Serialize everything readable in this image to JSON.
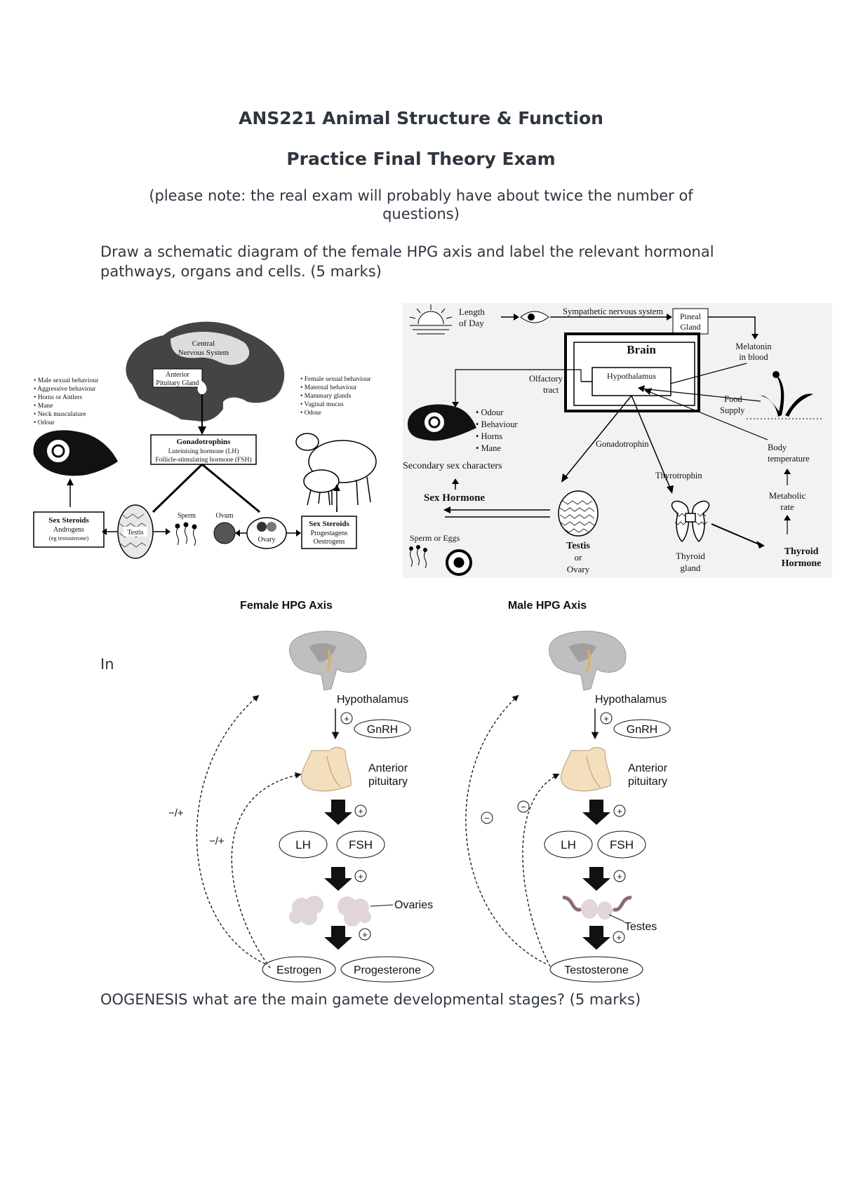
{
  "header": {
    "title": "ANS221 Animal Structure & Function",
    "subtitle": "Practice Final Theory Exam",
    "note": "(please note: the real exam will probably have about twice the number of questions)"
  },
  "question1": "Draw a schematic diagram of the female HPG axis and label the relevant hormonal pathways, organs and cells. (5 marks)",
  "question2": "OOGENESIS what are the main gamete developmental stages? (5 marks)",
  "stray_text": "In",
  "fig_left": {
    "cns": "Central",
    "cns2": "Nervous System",
    "anterior": "Anterior",
    "pituitary": "Pituitary Gland",
    "gonadotrophins": "Gonadotrophins",
    "lh": "Luteinising hormone (LH)",
    "fsh": "Follicle-stimulating hormone (FSH)",
    "male_traits": [
      "• Male sexual behaviour",
      "• Aggressive behaviour",
      "• Horns or Antlers",
      "• Mane",
      "• Neck musculature",
      "• Odour"
    ],
    "female_traits": [
      "• Female sexual behaviour",
      "• Maternal behaviour",
      "• Mammary glands",
      "• Vaginal mucus",
      "• Odour"
    ],
    "sex_steroids_m": "Sex Steroids",
    "androgens": "Androgens",
    "eg_testosterone": "(eg testosterone)",
    "testis": "Testis",
    "sperm": "Sperm",
    "ovum": "Ovum",
    "ovary": "Ovary",
    "sex_steroids_f": "Sex Steroids",
    "progestagens": "Progestagens",
    "oestrogens": "Oestrogens"
  },
  "fig_right": {
    "length": "Length",
    "of_day": "of Day",
    "sns": "Sympathetic nervous system",
    "pineal": "Pineal",
    "gland": "Gland",
    "brain": "Brain",
    "melatonin": "Melatonin",
    "in_blood": "in blood",
    "olfactory": "Olfactory",
    "tract": "tract",
    "hypothalamus": "Hypothalamus",
    "food": "Food",
    "supply": "Supply",
    "traits": [
      "• Odour",
      "• Behaviour",
      "• Horns",
      "• Mane"
    ],
    "secondary": "Secondary sex characters",
    "gonadotrophin": "Gonadotrophin",
    "body": "Body",
    "temperature": "temperature",
    "thyrotrophin": "Thyrotrophin",
    "sex_hormone": "Sex Hormone",
    "metabolic": "Metabolic",
    "rate": "rate",
    "sperm_eggs": "Sperm or Eggs",
    "testis": "Testis",
    "or": "or",
    "ovary": "Ovary",
    "thyroid": "Thyroid",
    "thyroid_gland": "gland",
    "thyroid_h": "Thyroid",
    "hormone": "Hormone"
  },
  "fig_hpg": {
    "female_title": "Female HPG Axis",
    "male_title": "Male HPG Axis",
    "hypothalamus": "Hypothalamus",
    "gnrh": "GnRH",
    "anterior": "Anterior",
    "pituitary": "pituitary",
    "lh": "LH",
    "fsh": "FSH",
    "ovaries": "Ovaries",
    "testes": "Testes",
    "estrogen": "Estrogen",
    "progesterone": "Progesterone",
    "testosterone": "Testosterone",
    "plus": "+",
    "minus": "−",
    "female_fb1": "−/+",
    "female_fb2": "−/+"
  }
}
